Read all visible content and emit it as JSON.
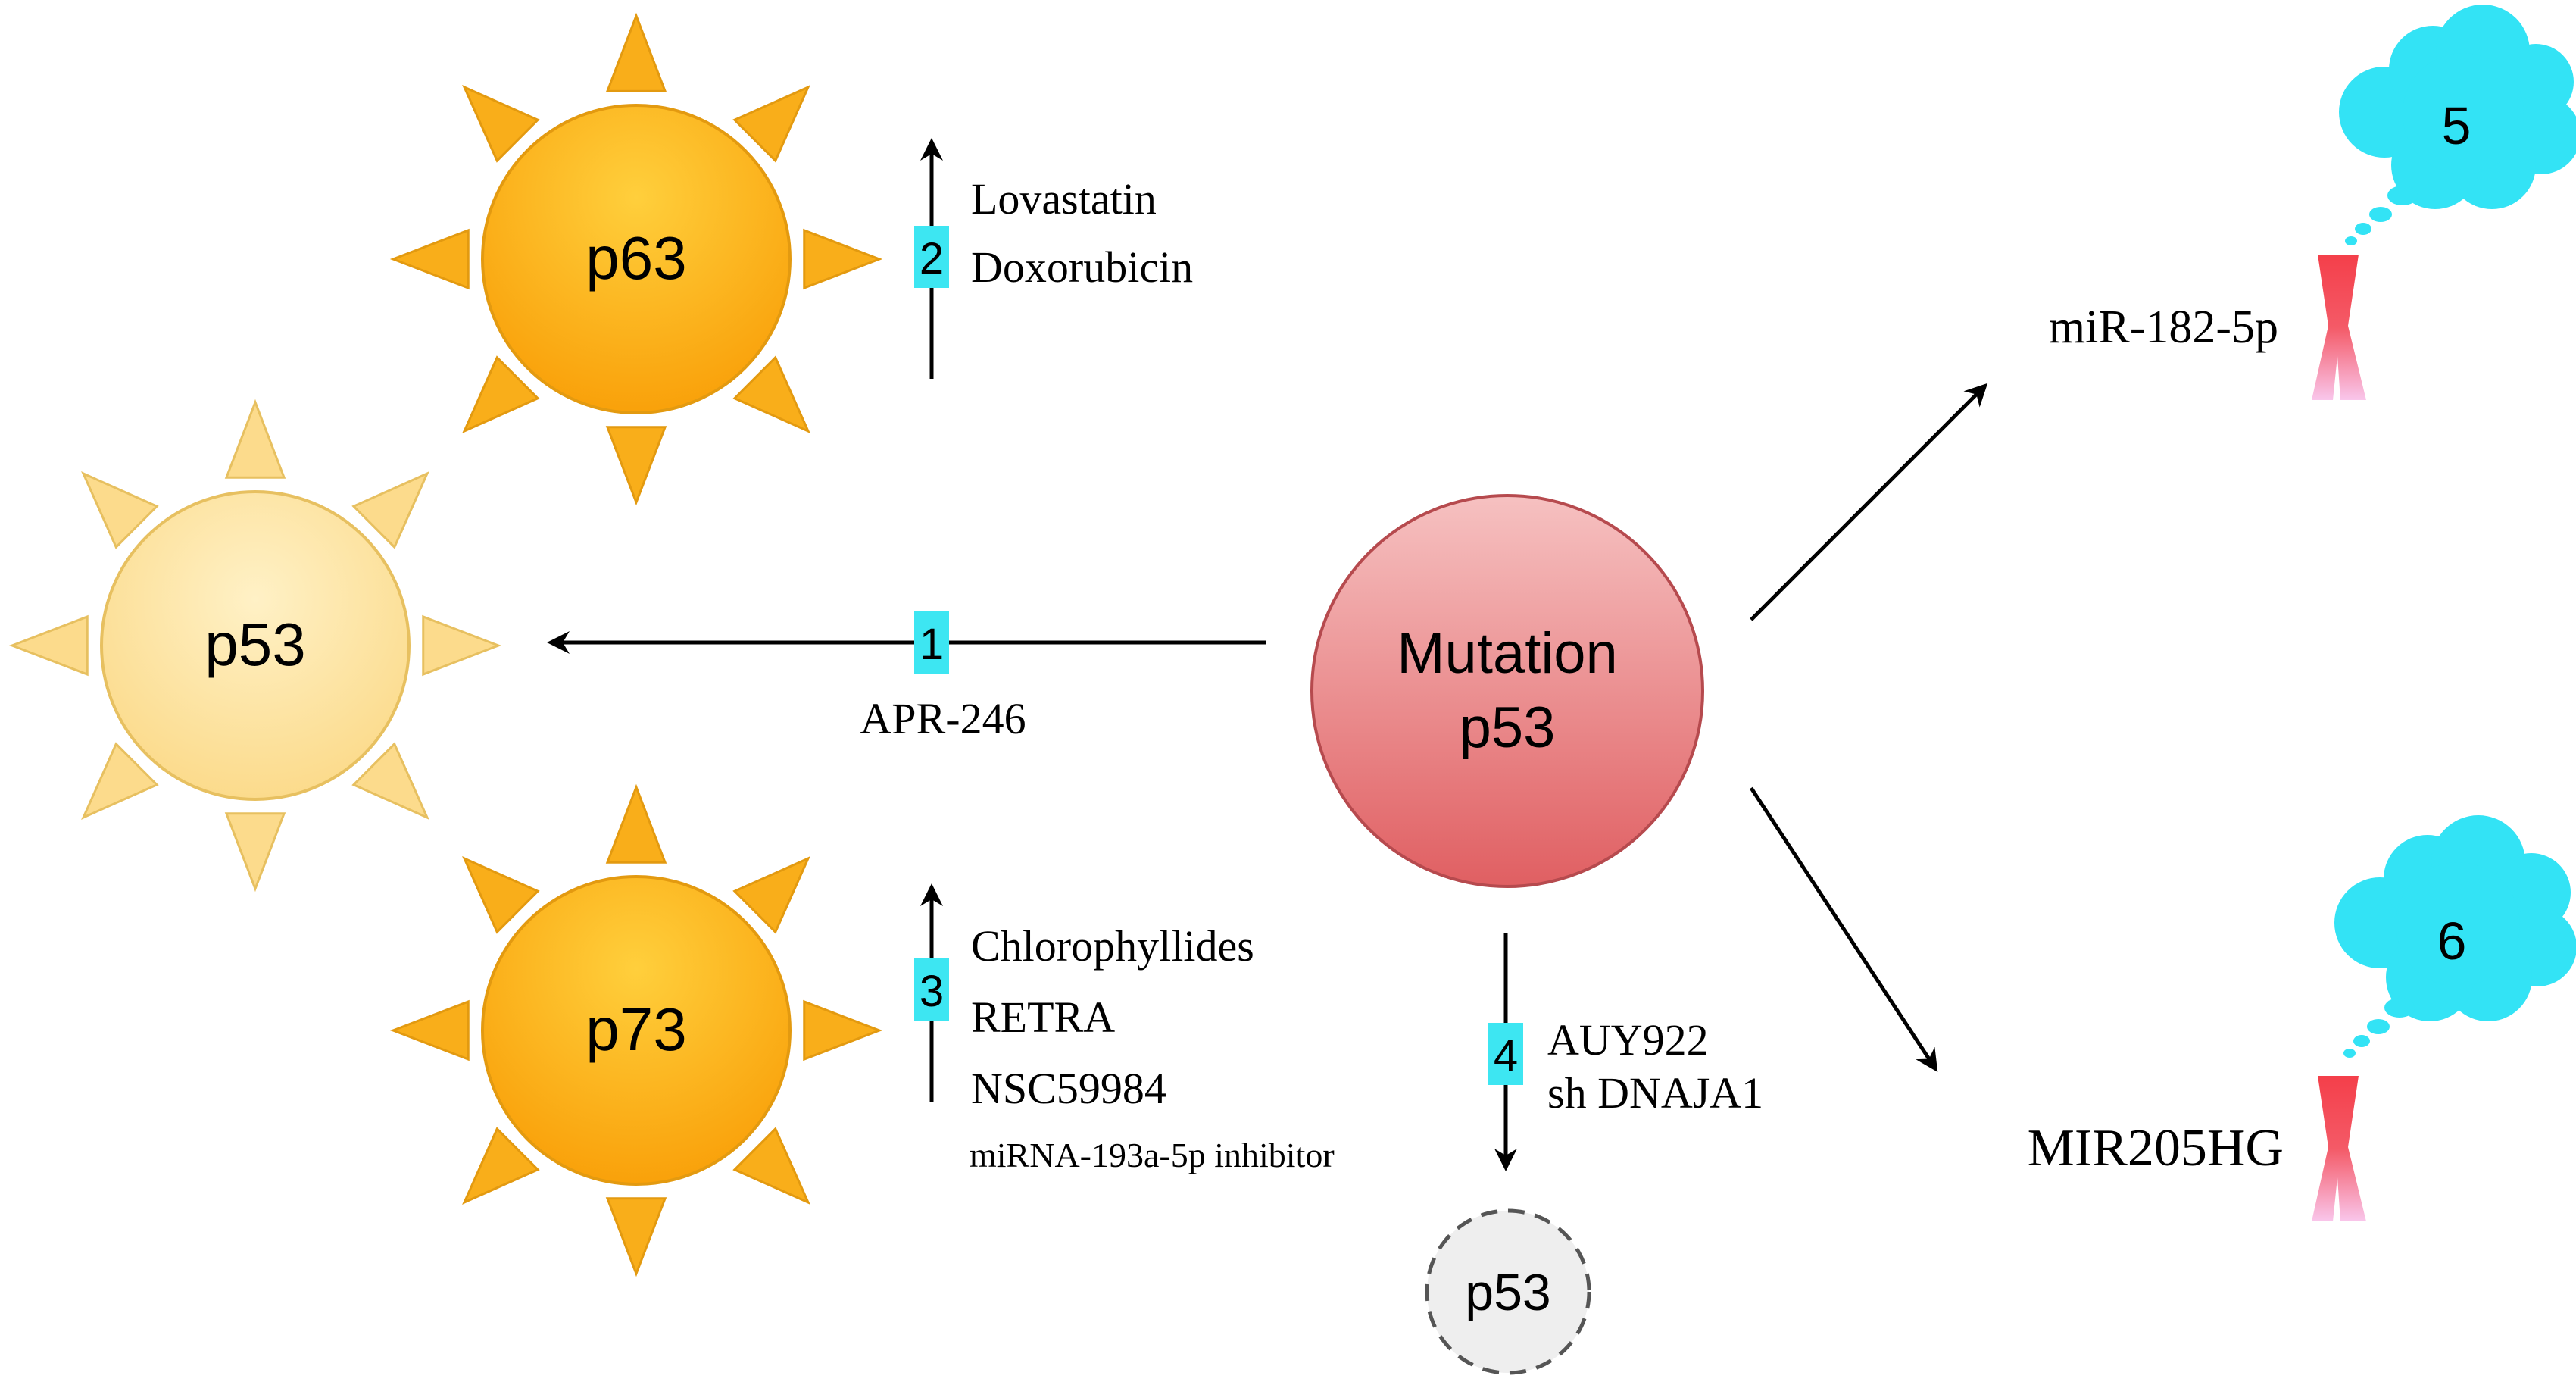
{
  "nodes": {
    "p63": "p63",
    "p53_active": "p53",
    "p73": "p73",
    "mutation_line1": "Mutation",
    "mutation_line2": "p53",
    "p53_degraded": "p53"
  },
  "badges": {
    "b1": "1",
    "b2": "2",
    "b3": "3",
    "b4": "4",
    "cloud5": "5",
    "cloud6": "6"
  },
  "labels": {
    "apr": "APR-246",
    "lovastatin": "Lovastatin",
    "doxorubicin": "Doxorubicin",
    "chlorophyllides": "Chlorophyllides",
    "retra": "RETRA",
    "nsc": "NSC59984",
    "mirna_inhibitor": "miRNA-193a-5p inhibitor",
    "auy": "AUY922",
    "shdnaja": "sh DNAJA1",
    "mir182": "miR-182-5p",
    "mir205": "MIR205HG"
  },
  "colors": {
    "sun_orange": "#F9AE1A",
    "sun_pale": "#FCDB8C",
    "mutation_red": "#E77474",
    "badge_cyan": "#3DE6F2",
    "cloud_cyan": "#33E3F5",
    "x_red": "#F43F4A",
    "x_pink": "#F7BCE6"
  }
}
